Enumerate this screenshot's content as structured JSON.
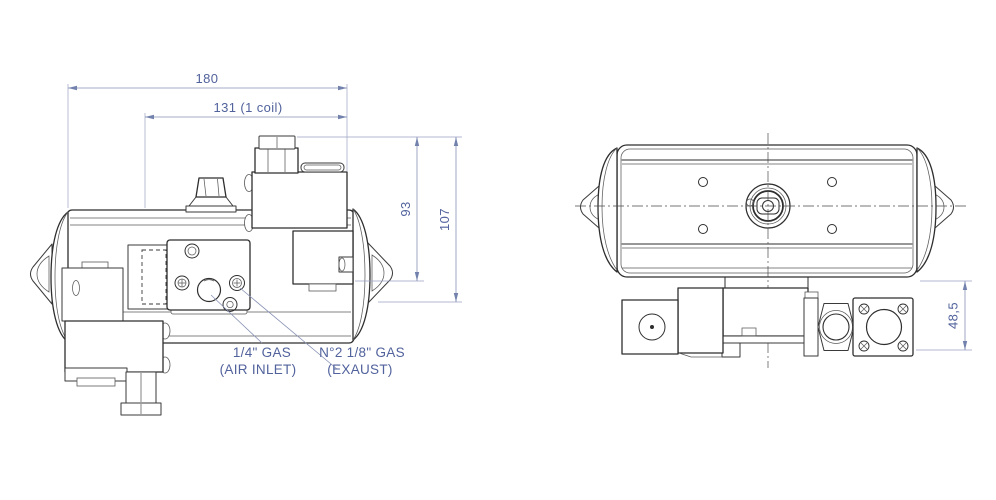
{
  "drawing": {
    "background_color": "#ffffff",
    "line_color": "#2e2e2e",
    "annotation_text_color": "#51629c",
    "dimension_line_color": "#8892b5",
    "dimensions": {
      "overall_length": "180",
      "coil_length": "131 (1 coil)",
      "height_to_top": "93",
      "overall_height": "107",
      "valve_height": "48,5"
    },
    "port_labels": {
      "air_inlet_line1": "1/4\" GAS",
      "air_inlet_line2": "(AIR INLET)",
      "exhaust_line1": "N°2 1/8\" GAS",
      "exhaust_line2": "(EXAUST)"
    }
  }
}
